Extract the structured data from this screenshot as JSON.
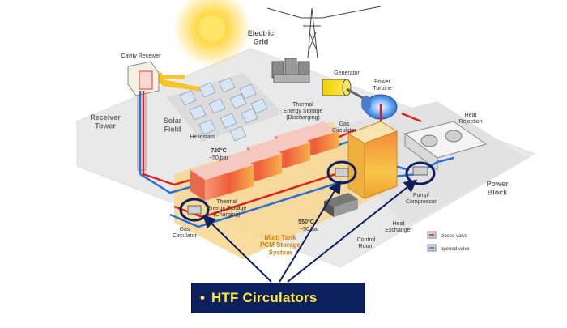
{
  "labels": {
    "electric_grid": "Electric\nGrid",
    "cavity_receiver": "Cavity Receiver",
    "generator": "Generator",
    "power_turbine": "Power\nTurbine",
    "receiver_tower": "Receiver\nTower",
    "solar_field": "Solar\nField",
    "heliostats": "Heliostats",
    "tes_discharging": "Thermal\nEnergy Storage\n(Discharging)",
    "gas_circulator_top": "Gas\nCirculator",
    "heat_rejection": "Heat\nRejection",
    "temp_720": "720°C",
    "pressure_50_top": "~50 bar",
    "power_block": "Power\nBlock",
    "pump_compressor": "Pump/\nCompressor",
    "tes_charging": "Thermal\nEnergy Storage\n(Charging)",
    "temp_550": "550°C",
    "pressure_50_bottom": "~50 bar",
    "gas_circulator_bottom": "Gas\nCirculator",
    "multi_tank": "Multi Tank\nPCM Storage\nSystem",
    "control_room": "Control\nRoom",
    "heat_exchanger": "Heat\nExchanger",
    "closed_valve": "closed valve",
    "opened_valve": "opened valve"
  },
  "callout": {
    "bullet": "•",
    "text": "HTF Circulators"
  },
  "colors": {
    "hot_pipe": "#e02020",
    "cold_pipe": "#2a6fd6",
    "callout_blue": "#0d1f5c",
    "callout_text": "#ffeb3b",
    "sun": "#f7b21a",
    "ground": "#e9e9e9",
    "storage_pad": "#f8d68e"
  },
  "icons": [
    "sun-icon",
    "transmission-tower-icon",
    "transformer-icon",
    "generator-icon",
    "turbine-icon",
    "heliostat-icon",
    "storage-tank-icon",
    "heat-exchanger-icon",
    "fan-icon",
    "valve-icon"
  ]
}
